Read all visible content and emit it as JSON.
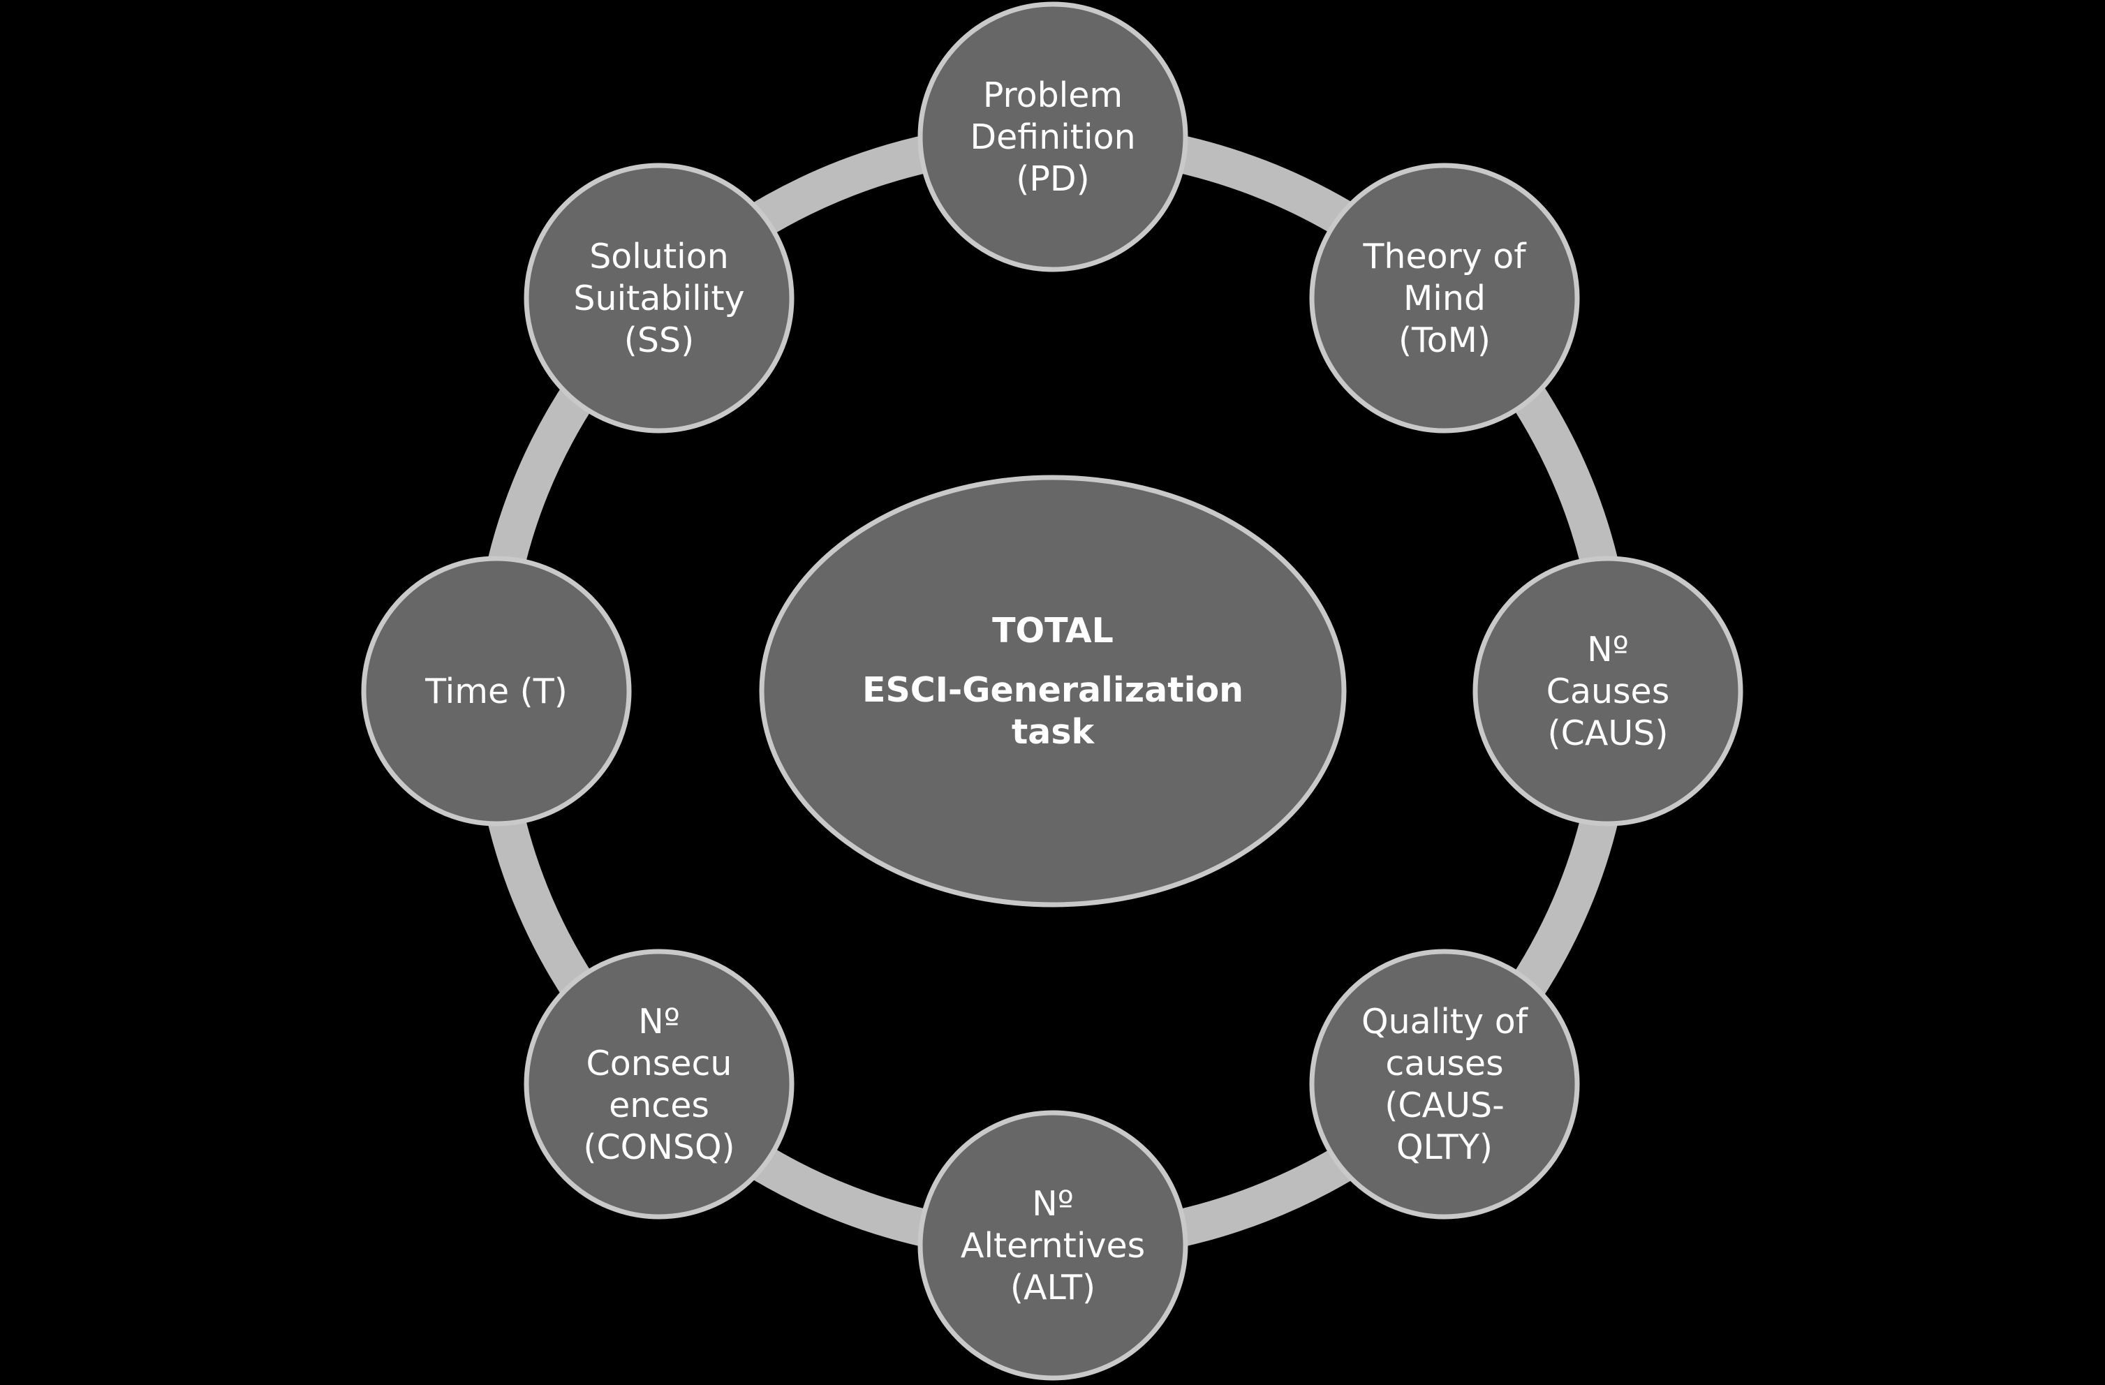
{
  "colors": {
    "background": "#000000",
    "ring": "#bdbdbd",
    "node_fill": "#676767",
    "node_stroke": "#c9c9c9",
    "text": "#ffffff"
  },
  "center": {
    "lines": [
      "TOTAL",
      "ESCI-Generalization",
      "task"
    ]
  },
  "nodes": [
    {
      "id": "problem-definition",
      "lines": [
        "Problem",
        "Definition",
        "(PD)"
      ]
    },
    {
      "id": "theory-of-mind",
      "lines": [
        "Theory of",
        "Mind",
        "(ToM)"
      ]
    },
    {
      "id": "causes",
      "lines": [
        "Nº",
        "Causes",
        "(CAUS)"
      ]
    },
    {
      "id": "quality-of-causes",
      "lines": [
        "Quality of",
        "causes",
        "(CAUS-",
        "QLTY)"
      ]
    },
    {
      "id": "alternatives",
      "lines": [
        "Nº",
        "Alterntives",
        "(ALT)"
      ]
    },
    {
      "id": "consequences",
      "lines": [
        "Nº",
        "Consecu",
        "ences",
        "(CONSQ)"
      ]
    },
    {
      "id": "time",
      "lines": [
        "Time (T)"
      ]
    },
    {
      "id": "solution-suitability",
      "lines": [
        "Solution",
        "Suitability",
        "(SS)"
      ]
    }
  ]
}
